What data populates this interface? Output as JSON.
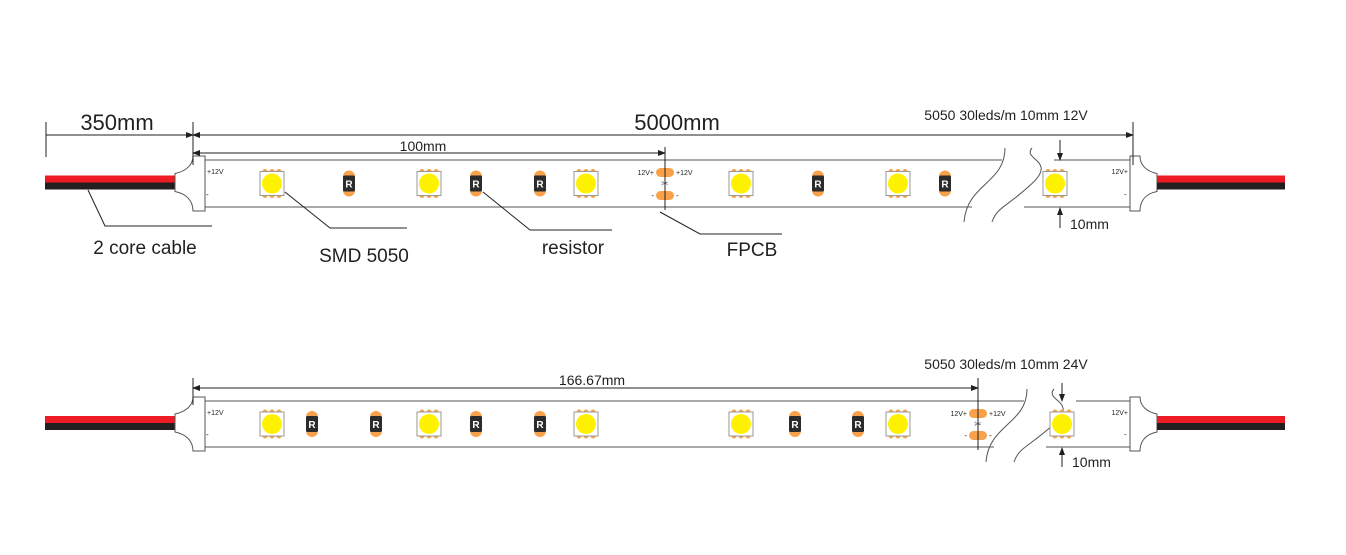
{
  "strip_12v": {
    "cable_length": "350mm",
    "total_length": "5000mm",
    "cut_unit": "100mm",
    "spec": "5050 30leds/m  10mm 12V",
    "width_label": "10mm",
    "callouts": {
      "cable": "2 core cable",
      "led": "SMD 5050",
      "resistor": "resistor",
      "pcb": "FPCB"
    }
  },
  "strip_24v": {
    "cut_unit": "166.67mm",
    "spec": "5050 30leds/m  10mm 24V",
    "width_label": "10mm"
  },
  "pad_labels": {
    "positive": "+12V",
    "positive_left": "12V+",
    "negative": "-"
  },
  "resistor_mark": "R",
  "colors": {
    "led": "#fff200",
    "pad": "#f7a24a",
    "cable_red": "#ed1c24",
    "cable_black": "#231f20"
  }
}
